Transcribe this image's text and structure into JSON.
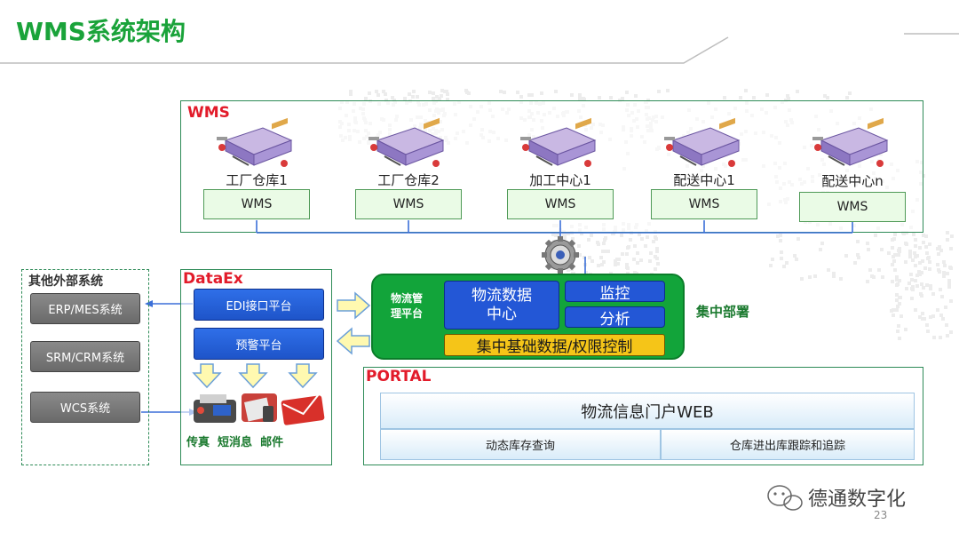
{
  "title": "WMS系统架构",
  "wms_panel": {
    "label": "WMS",
    "nodes": [
      {
        "name": "工厂仓库1",
        "box": "WMS"
      },
      {
        "name": "工厂仓库2",
        "box": "WMS"
      },
      {
        "name": "加工中心1",
        "box": "WMS"
      },
      {
        "name": "配送中心1",
        "box": "WMS"
      },
      {
        "name": "配送中心n",
        "box": "WMS"
      }
    ]
  },
  "external": {
    "label": "其他外部系统",
    "items": [
      "ERP/MES系统",
      "SRM/CRM系统",
      "WCS系统"
    ]
  },
  "dataex": {
    "label": "DataEx",
    "edi": "EDI接口平台",
    "alert": "预警平台",
    "channels": "传真  短消息  邮件"
  },
  "core": {
    "platform": "物流管\n理平台",
    "data_center": "物流数据\n中心",
    "monitor": "监控",
    "analysis": "分析",
    "base": "集中基础数据/权限控制",
    "deploy": "集中部署"
  },
  "portal": {
    "label": "PORTAL",
    "web": "物流信息门户WEB",
    "left": "动态库存查询",
    "right": "仓库进出库跟踪和追踪"
  },
  "footer": {
    "brand": "德通数字化",
    "page": "23"
  },
  "colors": {
    "title_green": "#1aa33a",
    "panel_red": "#e21b2a",
    "core_green": "#12a43a",
    "core_blue": "#2357d6",
    "gold": "#f5c518"
  }
}
